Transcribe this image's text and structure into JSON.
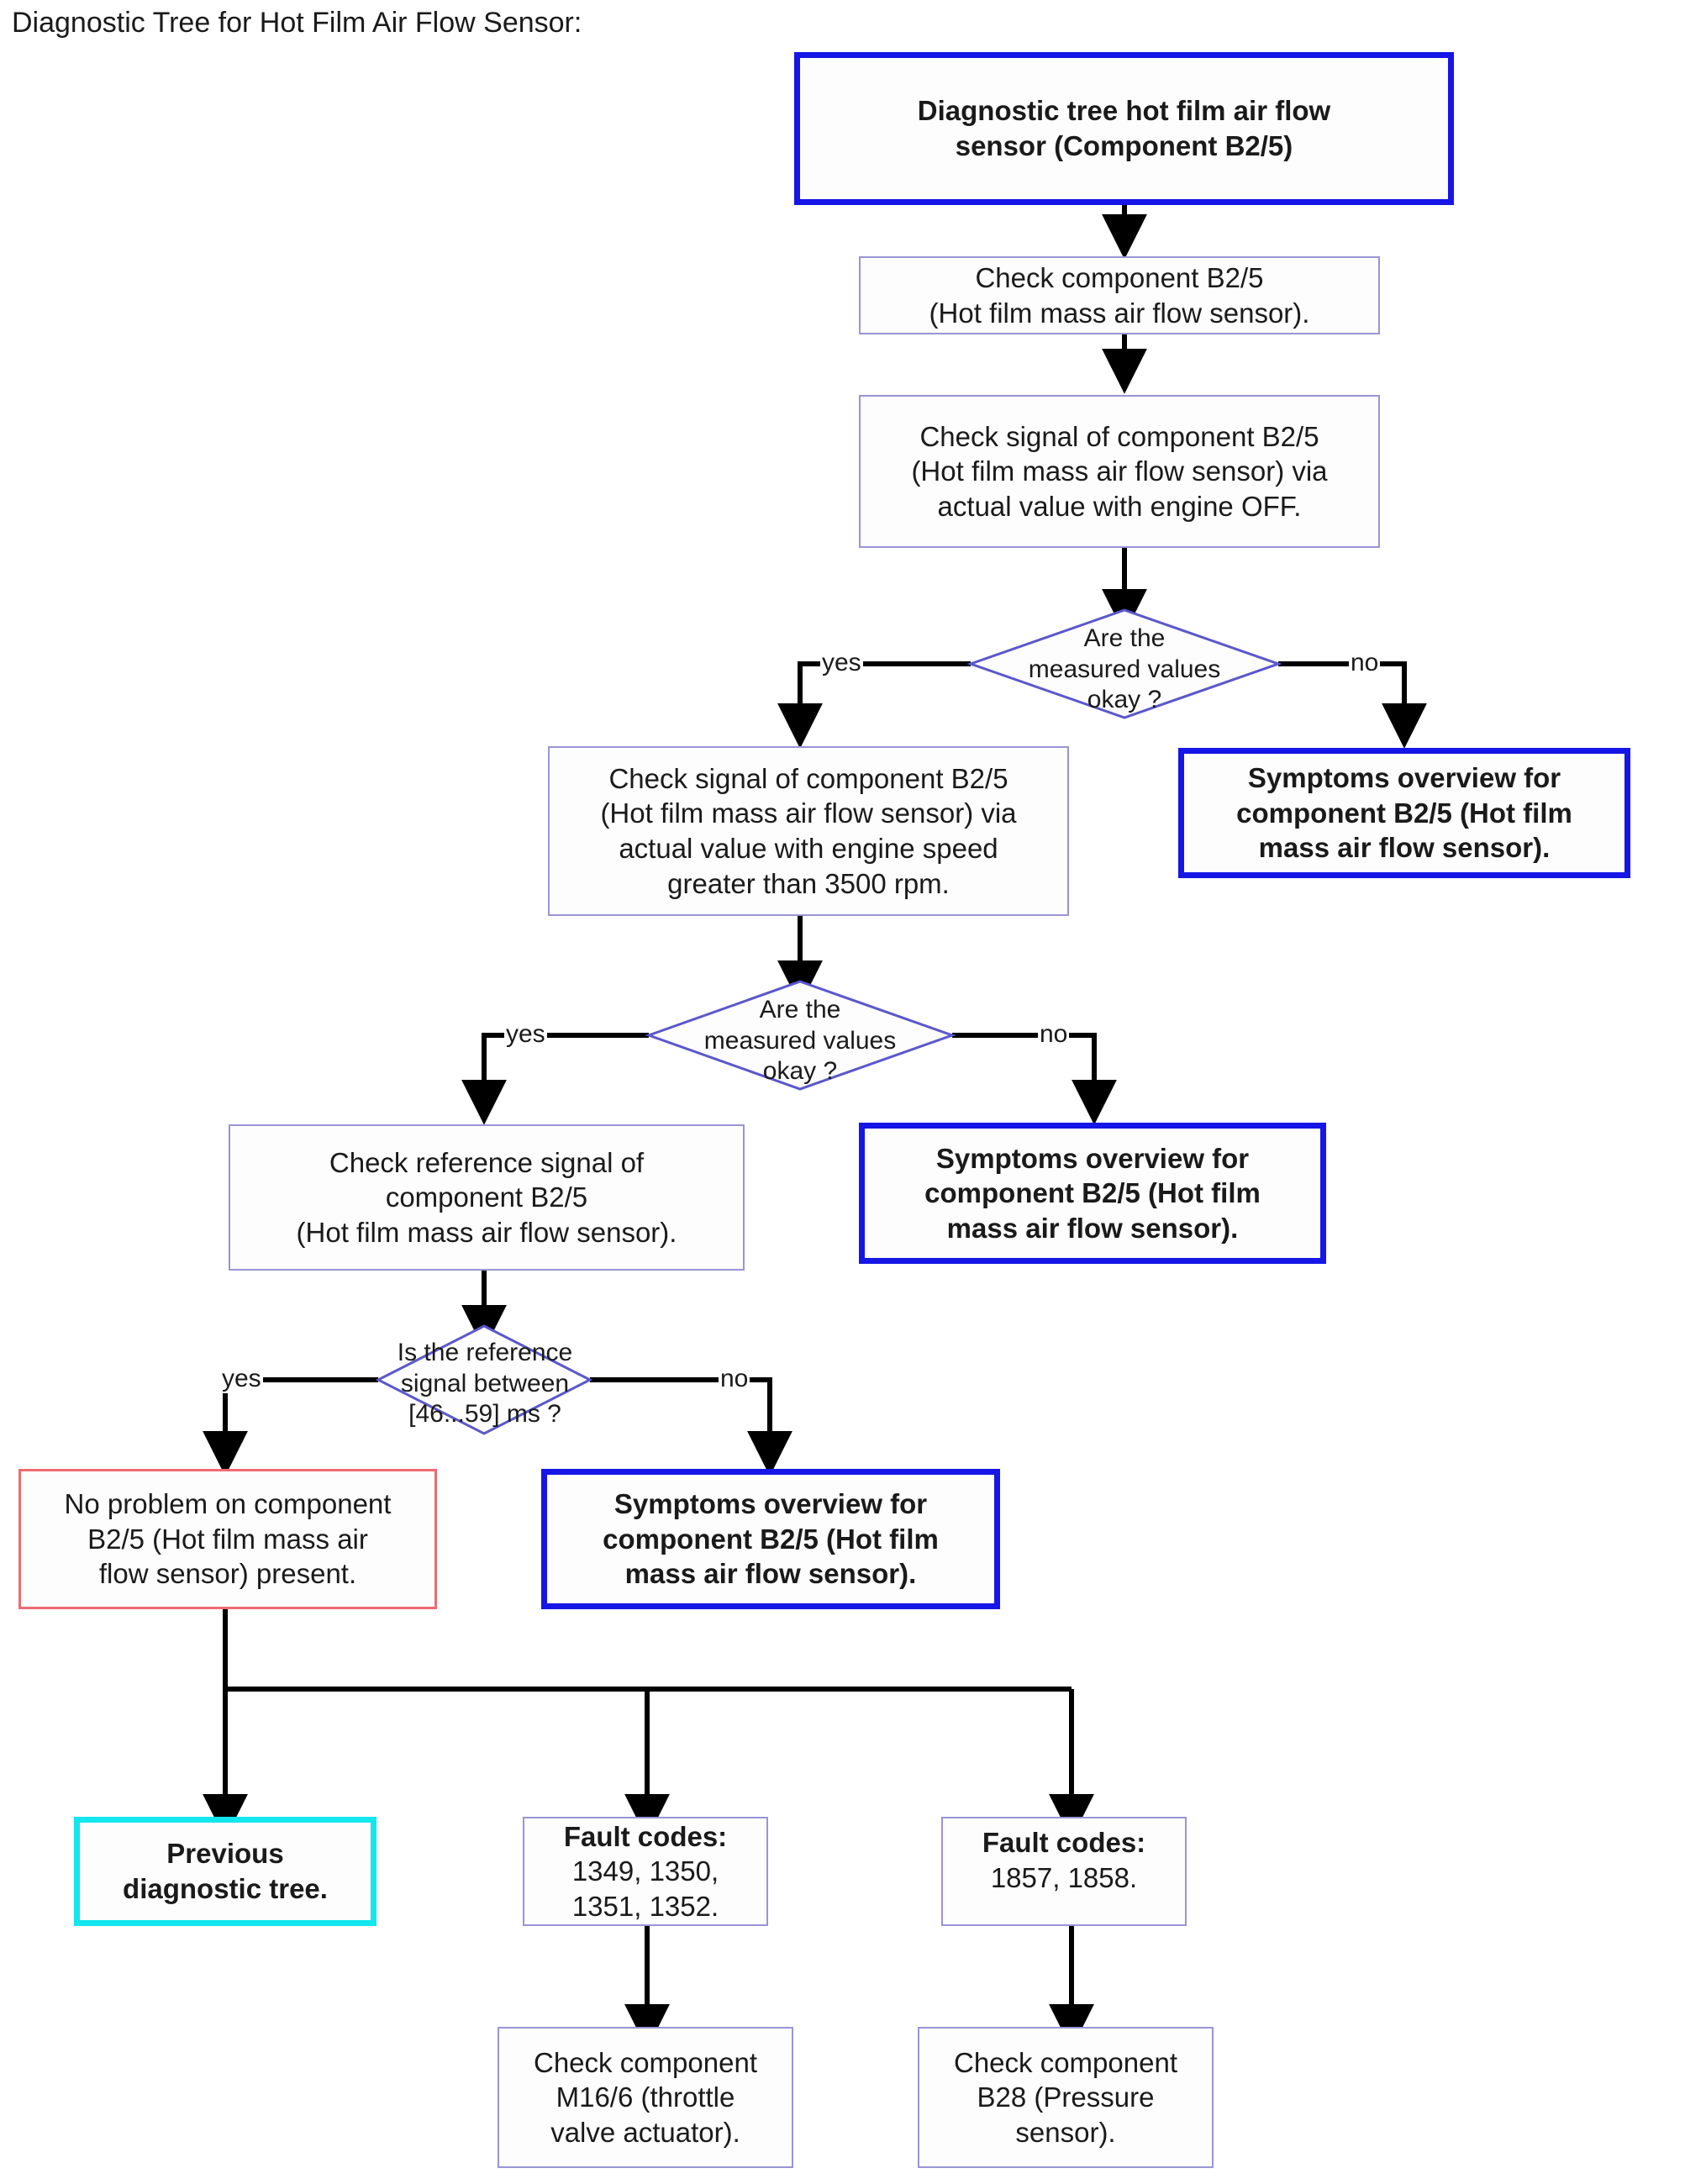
{
  "page": {
    "title": "Diagnostic Tree for Hot Film Air Flow Sensor:",
    "background": "#ffffff"
  },
  "colors": {
    "thick_blue_border": "#1616e6",
    "thin_purple_border": "#9a94d6",
    "red_border": "#ef6a72",
    "cyan_border": "#12e6ee",
    "connector": "#000000",
    "text": "#1a1a1a"
  },
  "nodes": {
    "root": {
      "label": "Diagnostic tree hot film air flow sensor (Component B2/5)",
      "style": "thick-blue"
    },
    "check_component": {
      "label": "Check component B2/5\n(Hot film mass air flow sensor).",
      "style": "thin"
    },
    "check_signal_off": {
      "label": "Check signal of component B2/5 (Hot film mass air flow sensor) via actual value with engine OFF.",
      "style": "thin"
    },
    "decision_1": {
      "label": "Are the measured values okay ?",
      "yes_label": "yes",
      "no_label": "no"
    },
    "symptoms_1": {
      "label": "Symptoms overview for component B2/5 (Hot film mass air flow sensor).",
      "style": "thick-blue"
    },
    "check_signal_rpm": {
      "label": "Check signal of component B2/5 (Hot film mass air flow sensor) via actual value with engine speed greater than 3500 rpm.",
      "style": "thin"
    },
    "decision_2": {
      "label": "Are the measured values okay ?",
      "yes_label": "yes",
      "no_label": "no"
    },
    "symptoms_2": {
      "label": "Symptoms overview for component B2/5 (Hot film mass air flow sensor).",
      "style": "thick-blue"
    },
    "check_reference": {
      "label": "Check reference signal of component B2/5\n(Hot film mass air flow sensor).",
      "style": "thin"
    },
    "decision_3": {
      "label": "Is the reference signal between [46...59] ms ?",
      "yes_label": "yes",
      "no_label": "no"
    },
    "no_problem": {
      "label": "No problem on component B2/5 (Hot film mass air flow sensor) present.",
      "style": "thin-red"
    },
    "symptoms_3": {
      "label": "Symptoms overview for component B2/5 (Hot film mass air flow sensor).",
      "style": "thick-blue"
    },
    "previous_tree": {
      "label": "Previous diagnostic tree.",
      "style": "thick-cyan"
    },
    "fault_codes_left": {
      "heading": "Fault codes:",
      "codes": "1349, 1350,\n1351, 1352.",
      "style": "thin"
    },
    "fault_codes_right": {
      "heading": "Fault codes:",
      "codes": "1857, 1858.",
      "style": "thin"
    },
    "check_m16": {
      "label": "Check component M16/6 (throttle valve actuator).",
      "style": "thin"
    },
    "check_b28": {
      "label": "Check component B28 (Pressure sensor).",
      "style": "thin"
    }
  },
  "decision_text": {
    "d1_line1": "Are the",
    "d1_line2": "measured values",
    "d1_line3": "okay ?",
    "d2_line1": "Are the",
    "d2_line2": "measured values",
    "d2_line3": "okay ?",
    "d3_line1": "Is the reference",
    "d3_line2": "signal between",
    "d3_line3": "[46...59] ms ?"
  },
  "edge_labels": {
    "d1_yes": "yes",
    "d1_no": "no",
    "d2_yes": "yes",
    "d2_no": "no",
    "d3_yes": "yes",
    "d3_no": "no"
  },
  "box_text": {
    "root_l1": "Diagnostic tree hot film air flow",
    "root_l2": "sensor (Component B2/5)",
    "cc_l1": "Check component B2/5",
    "cc_l2": "(Hot film mass air flow sensor).",
    "cso_l1": "Check signal of component B2/5",
    "cso_l2": "(Hot film mass air flow sensor) via",
    "cso_l3": "actual value with engine OFF.",
    "sym_l1": "Symptoms overview for",
    "sym_l2": "component B2/5 (Hot film",
    "sym_l3": "mass air flow sensor).",
    "csr_l1": "Check signal of component B2/5",
    "csr_l2": "(Hot film mass air flow sensor) via",
    "csr_l3": "actual value with engine speed",
    "csr_l4": "greater than 3500 rpm.",
    "cref_l1": "Check reference signal of",
    "cref_l2": "component B2/5",
    "cref_l3": "(Hot film mass air flow sensor).",
    "np_l1": "No problem on component",
    "np_l2": "B2/5 (Hot film mass air",
    "np_l3": "flow sensor) present.",
    "prev_l1": "Previous",
    "prev_l2": "diagnostic tree.",
    "fc_head": "Fault codes:",
    "fcl_l1": "1349, 1350,",
    "fcl_l2": "1351, 1352.",
    "fcr_l1": "1857, 1858.",
    "m16_l1": "Check component",
    "m16_l2": "M16/6 (throttle",
    "m16_l3": "valve actuator).",
    "b28_l1": "Check component",
    "b28_l2": "B28 (Pressure",
    "b28_l3": "sensor)."
  }
}
